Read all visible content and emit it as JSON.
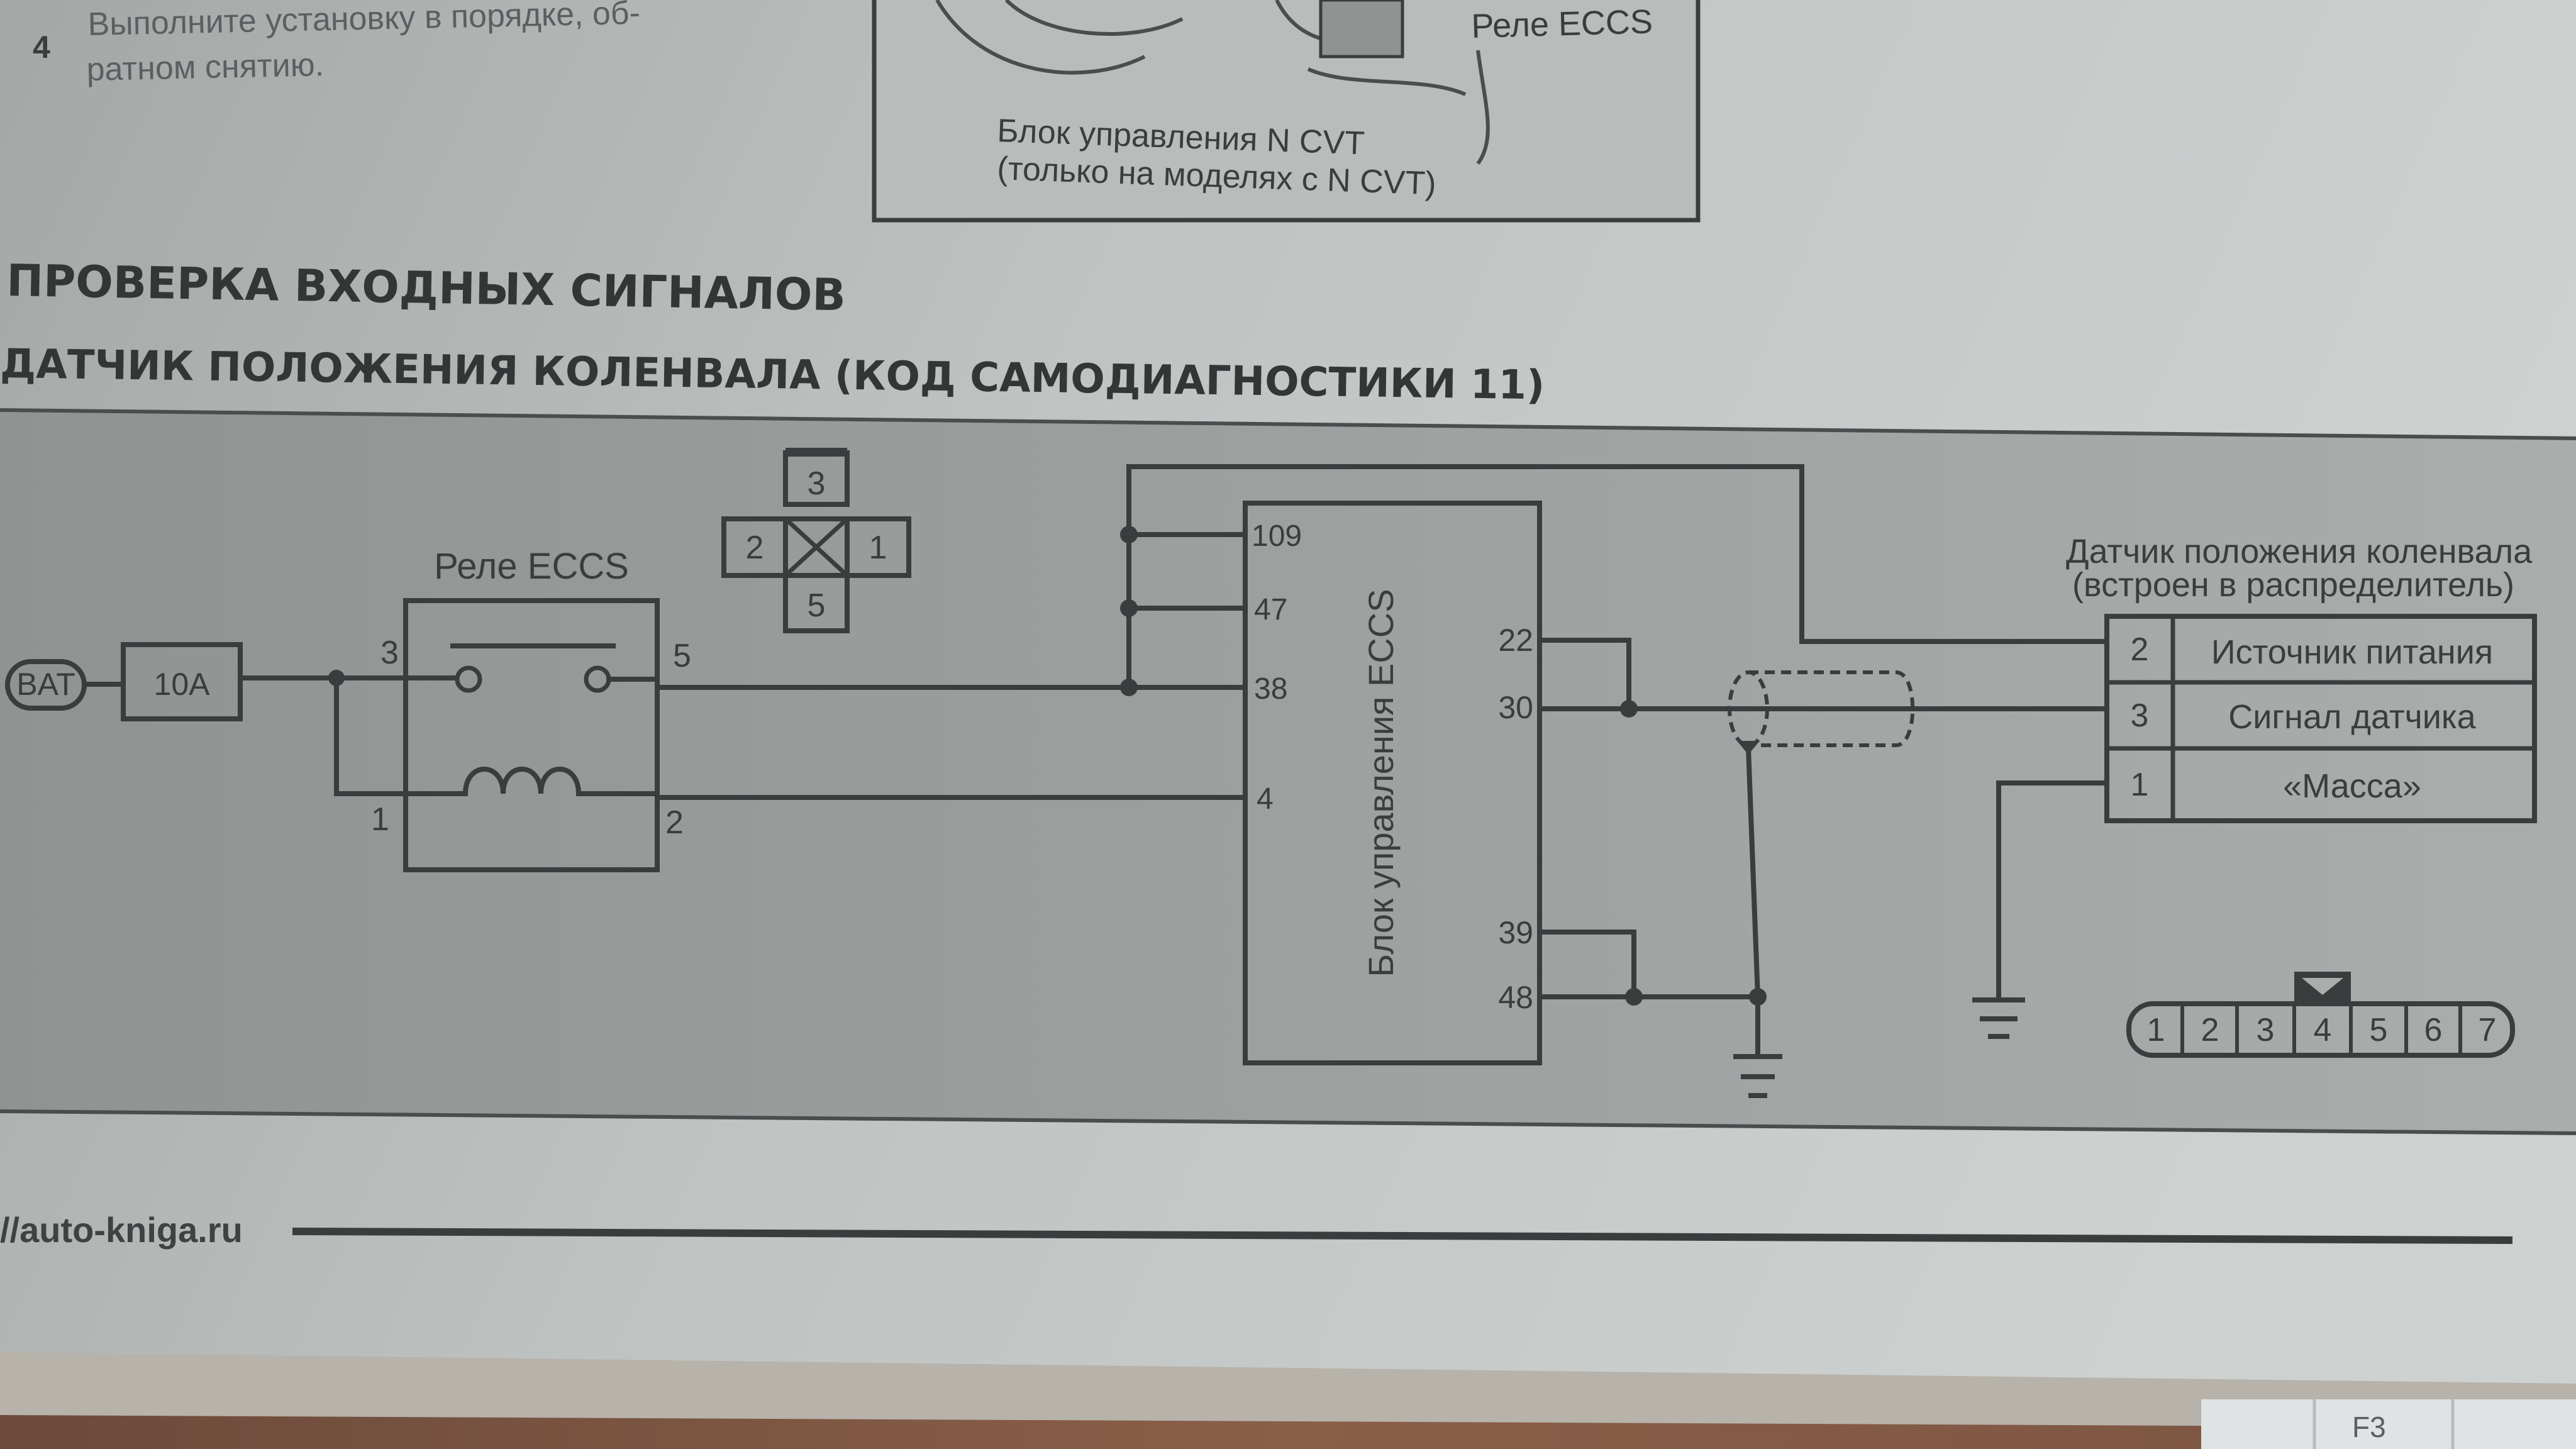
{
  "top_text": {
    "step_number": "4",
    "step_line1": "Выполните установку в порядке, об-",
    "step_line2": "ратном снятию."
  },
  "top_figure": {
    "relay_label": "Реле ECCS",
    "ncvt_line1": "Блок управления N CVT",
    "ncvt_line2": "(только на моделях с N CVT)"
  },
  "section_title": "ПРОВЕРКА ВХОДНЫХ СИГНАЛОВ",
  "subsection_title": "ДАТЧИК ПОЛОЖЕНИЯ КОЛЕНВАЛА (КОД САМОДИАГНОСТИКИ 11)",
  "diagram": {
    "battery": "BAT",
    "fuse": "10A",
    "relay": {
      "label": "Реле ECCS",
      "pin_3": "3",
      "pin_5": "5",
      "pin_1": "1",
      "pin_2": "2"
    },
    "relay_connector": {
      "top": "3",
      "left": "2",
      "right": "1",
      "bottom": "5"
    },
    "ecu": {
      "label": "Блок управления ECCS",
      "pin_109": "109",
      "pin_47": "47",
      "pin_38": "38",
      "pin_4": "4",
      "pin_22": "22",
      "pin_30": "30",
      "pin_39": "39",
      "pin_48": "48"
    },
    "sensor": {
      "title_line1": "Датчик положения коленвала",
      "title_line2": "(встроен в распределитель)",
      "rows": [
        {
          "pin": "2",
          "label": "Источник питания"
        },
        {
          "pin": "3",
          "label": "Сигнал датчика"
        },
        {
          "pin": "1",
          "label": "«Масса»"
        }
      ]
    },
    "connector_pins": [
      "1",
      "2",
      "3",
      "4",
      "5",
      "6",
      "7"
    ]
  },
  "footer": {
    "url": "//auto-kniga.ru"
  },
  "keyboard_key": "F3"
}
